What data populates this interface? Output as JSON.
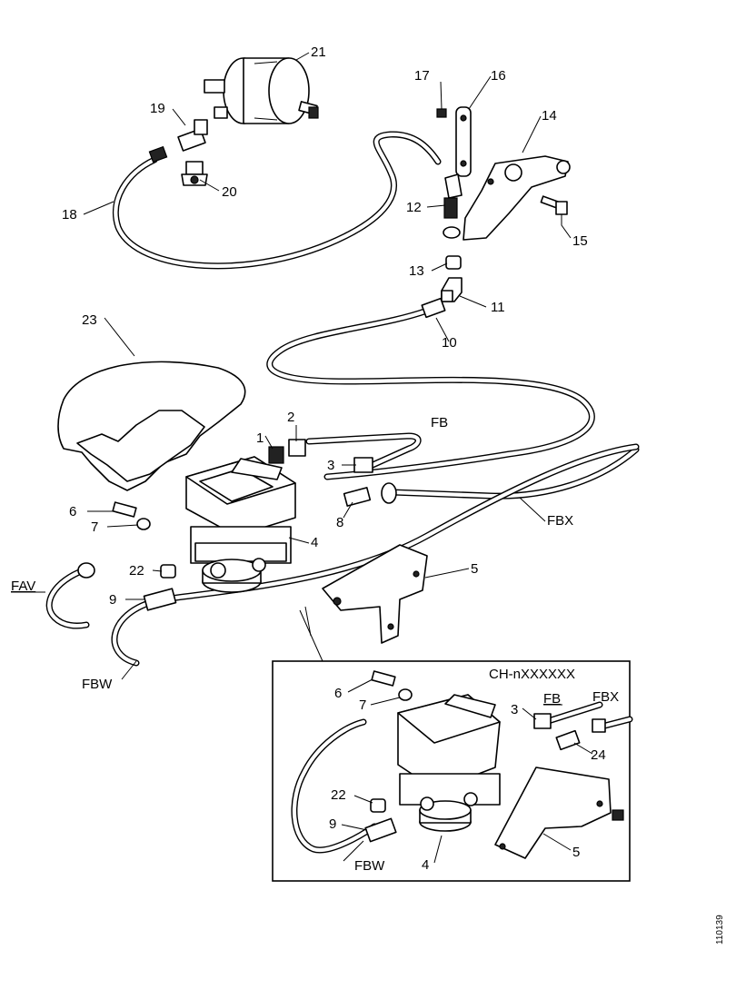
{
  "callouts": {
    "c1": "1",
    "c2": "2",
    "c3": "3",
    "c4": "4",
    "c5": "5",
    "c6": "6",
    "c7": "7",
    "c8": "8",
    "c9": "9",
    "c10": "10",
    "c11": "11",
    "c12": "12",
    "c13": "13",
    "c14": "14",
    "c15": "15",
    "c16": "16",
    "c17": "17",
    "c18": "18",
    "c19": "19",
    "c20": "20",
    "c21": "21",
    "c22": "22",
    "c23": "23"
  },
  "line_labels": {
    "fb": "FB",
    "fbx": "FBX",
    "fav": "FAV",
    "fbw": "FBW"
  },
  "inset": {
    "title": "CH-nXXXXXX",
    "c6": "6",
    "c7": "7",
    "c3": "3",
    "fb": "FB",
    "fbx": "FBX",
    "c24": "24",
    "c22": "22",
    "c9": "9",
    "fbw": "FBW",
    "c4": "4",
    "c5": "5"
  },
  "figure_ref": "110139"
}
